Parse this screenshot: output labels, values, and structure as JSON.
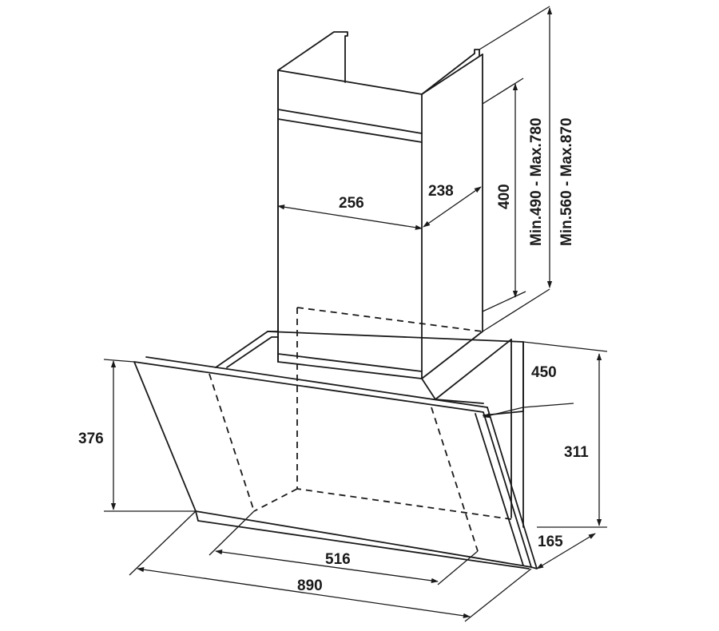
{
  "dimensions": {
    "chimney_width": "256",
    "chimney_depth": "238",
    "chimney_section_height": "400",
    "chimney_range_inner": "Min.490 - Max.780",
    "chimney_range_outer": "Min.560 - Max.870",
    "hood_depth": "450",
    "hood_front_height": "376",
    "hood_back_height": "311",
    "bottom_depth": "165",
    "inner_width": "516",
    "total_width": "890"
  }
}
